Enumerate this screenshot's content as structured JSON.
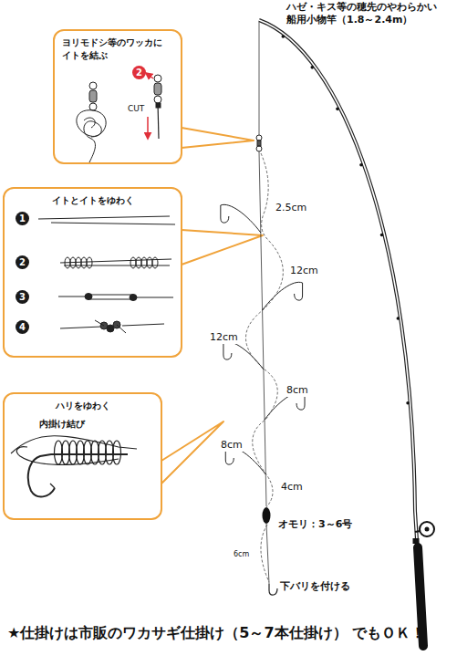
{
  "diagram": {
    "caption": "★仕掛けは市販のワカサギ仕掛け（5～7本仕掛け） でもＯＫ！",
    "nodes": [
      {
        "text": [
          "ヨリモドシ等のワッカに イトを結ぶ"
        ]
      },
      {
        "text": [
          "イトとイトをゆわく"
        ]
      },
      {
        "text": [
          "ハリをゆわく",
          "内掛け結び"
        ]
      }
    ],
    "labels": [
      "ハゼ・キス等の穂先のやわらかい 船用小物竿（1.8～2.4m）",
      "2",
      "CUT",
      "1",
      "2",
      "3",
      "4",
      "2.5cm",
      "12cm",
      "12cm",
      "8cm",
      "8cm",
      "4cm",
      "オモリ：3～6号",
      "6cm",
      "下バリを付ける"
    ]
  }
}
